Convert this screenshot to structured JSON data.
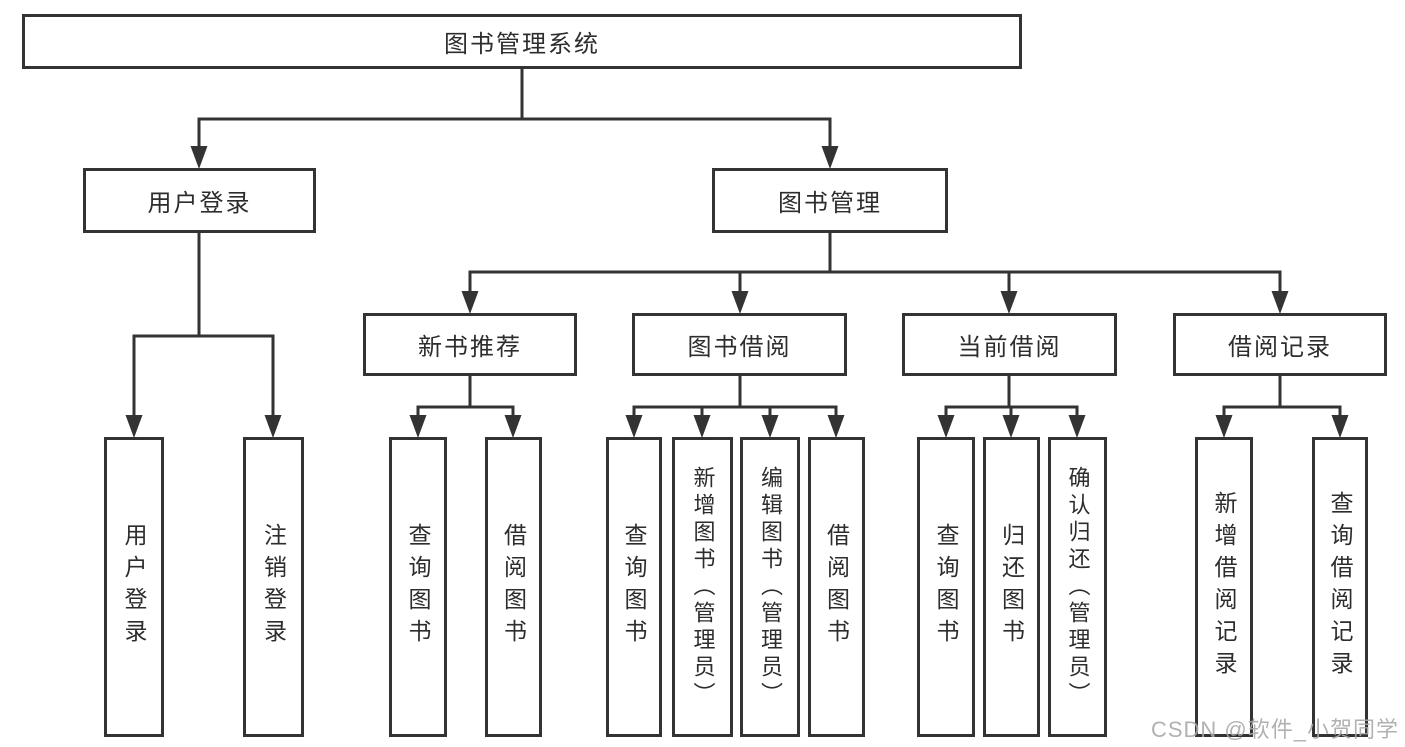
{
  "diagram": {
    "root": {
      "label": "图书管理系统"
    },
    "level2": [
      {
        "label": "用户登录",
        "children": [
          "用户登录",
          "注销登录"
        ]
      },
      {
        "label": "图书管理"
      }
    ],
    "level3": [
      {
        "label": "新书推荐",
        "children": [
          "查询图书",
          "借阅图书"
        ]
      },
      {
        "label": "图书借阅",
        "children": [
          "查询图书",
          "新增图书（管理员）",
          "编辑图书（管理员）",
          "借阅图书"
        ]
      },
      {
        "label": "当前借阅",
        "children": [
          "查询图书",
          "归还图书",
          "确认归还（管理员）"
        ]
      },
      {
        "label": "借阅记录",
        "children": [
          "新增借阅记录",
          "查询借阅记录"
        ]
      }
    ]
  },
  "watermark": {
    "text": "CSDN @软件_小贺同学"
  },
  "colors": {
    "line": "#333333",
    "box_border": "#333333",
    "text": "#2d2d2d",
    "watermark": "#a9a9a9",
    "background": "#ffffff"
  }
}
